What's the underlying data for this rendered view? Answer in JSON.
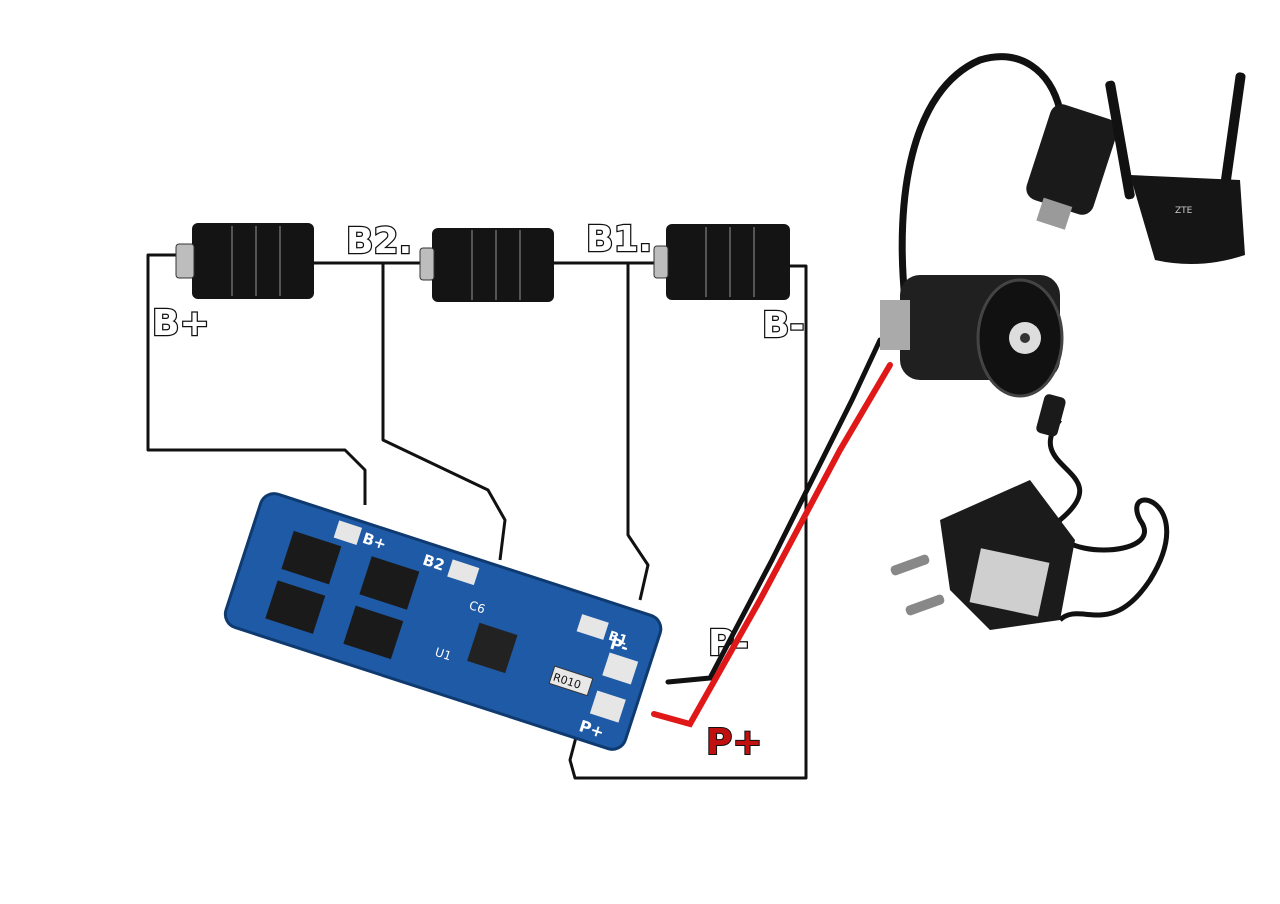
{
  "labels": {
    "cell_join_1": "B2.",
    "cell_join_2": "B1.",
    "battery_positive": "B+",
    "battery_negative": "B-",
    "pack_positive": "P+",
    "pack_negative": "P-"
  },
  "board": {
    "pad_bplus": "B+",
    "pad_b2": "B2",
    "pad_b1": "B1",
    "pad_pminus": "P-",
    "pad_pplus": "P+",
    "shunt": "R010",
    "ic": "U1",
    "cap": "C6"
  },
  "router": {
    "brand": "ZTE"
  },
  "colors": {
    "wire": "#111111",
    "red_wire": "#e01818",
    "pplus_text": "#c01010",
    "pcb": "#1f5aa6",
    "pad": "#e6e6e6",
    "battery": "#141414"
  }
}
